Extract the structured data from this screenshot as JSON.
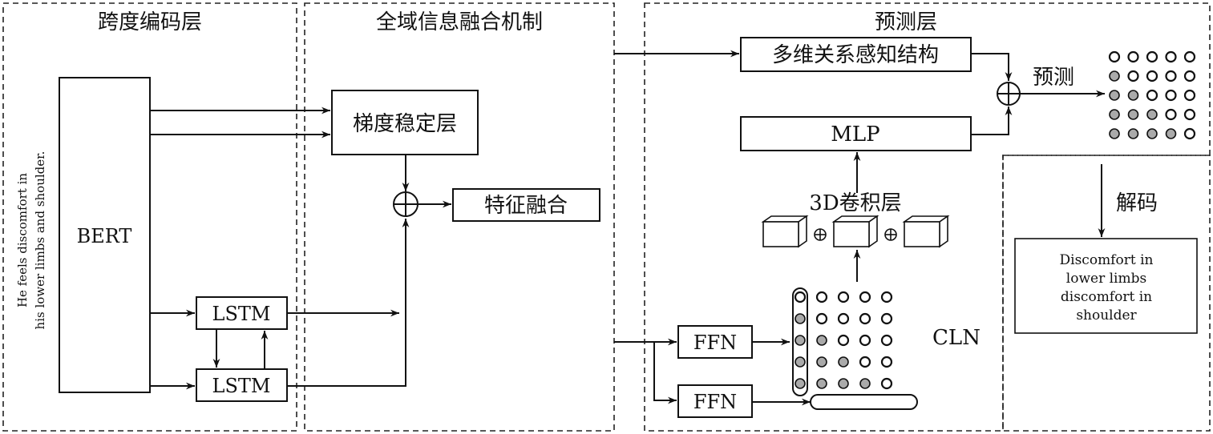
{
  "sections": {
    "span_encoding": "跨度编码层",
    "global_fusion": "全域信息融合机制",
    "prediction": "预测层"
  },
  "input_sentence": {
    "line1": "He feels discomfort in",
    "line2": "his lower limbs and shoulder."
  },
  "blocks": {
    "bert": "BERT",
    "lstm_top": "LSTM",
    "lstm_bottom": "LSTM",
    "gradient_stable": "梯度稳定层",
    "feature_fusion": "特征融合",
    "multi_dim": "多维关系感知结构",
    "mlp": "MLP",
    "conv3d": "3D卷积层",
    "ffn_top": "FFN",
    "ffn_bottom": "FFN",
    "cln": "CLN",
    "predict": "预测",
    "decode": "解码"
  },
  "output": {
    "line1": "Discomfort in",
    "line2": "lower limbs",
    "line3": "discomfort in",
    "line4": "shoulder"
  }
}
